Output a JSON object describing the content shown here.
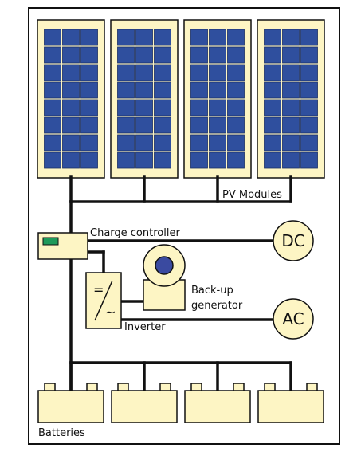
{
  "labels": {
    "pv_modules": "PV Modules",
    "charge_controller": "Charge controller",
    "dc": "DC",
    "backup_generator_line1": "Back-up",
    "backup_generator_line2": "generator",
    "ac": "AC",
    "inverter": "Inverter",
    "batteries": "Batteries",
    "inverter_symbol_top": "=",
    "inverter_symbol_bottom": "~"
  },
  "colors": {
    "cell_blue": "#2f4f9e",
    "module_fill": "#fdf5c4",
    "frame": "#111111",
    "controller_led": "#1e9a5a",
    "generator_core": "#3a4aa0"
  },
  "counts": {
    "pv_modules": 4,
    "batteries": 4
  }
}
